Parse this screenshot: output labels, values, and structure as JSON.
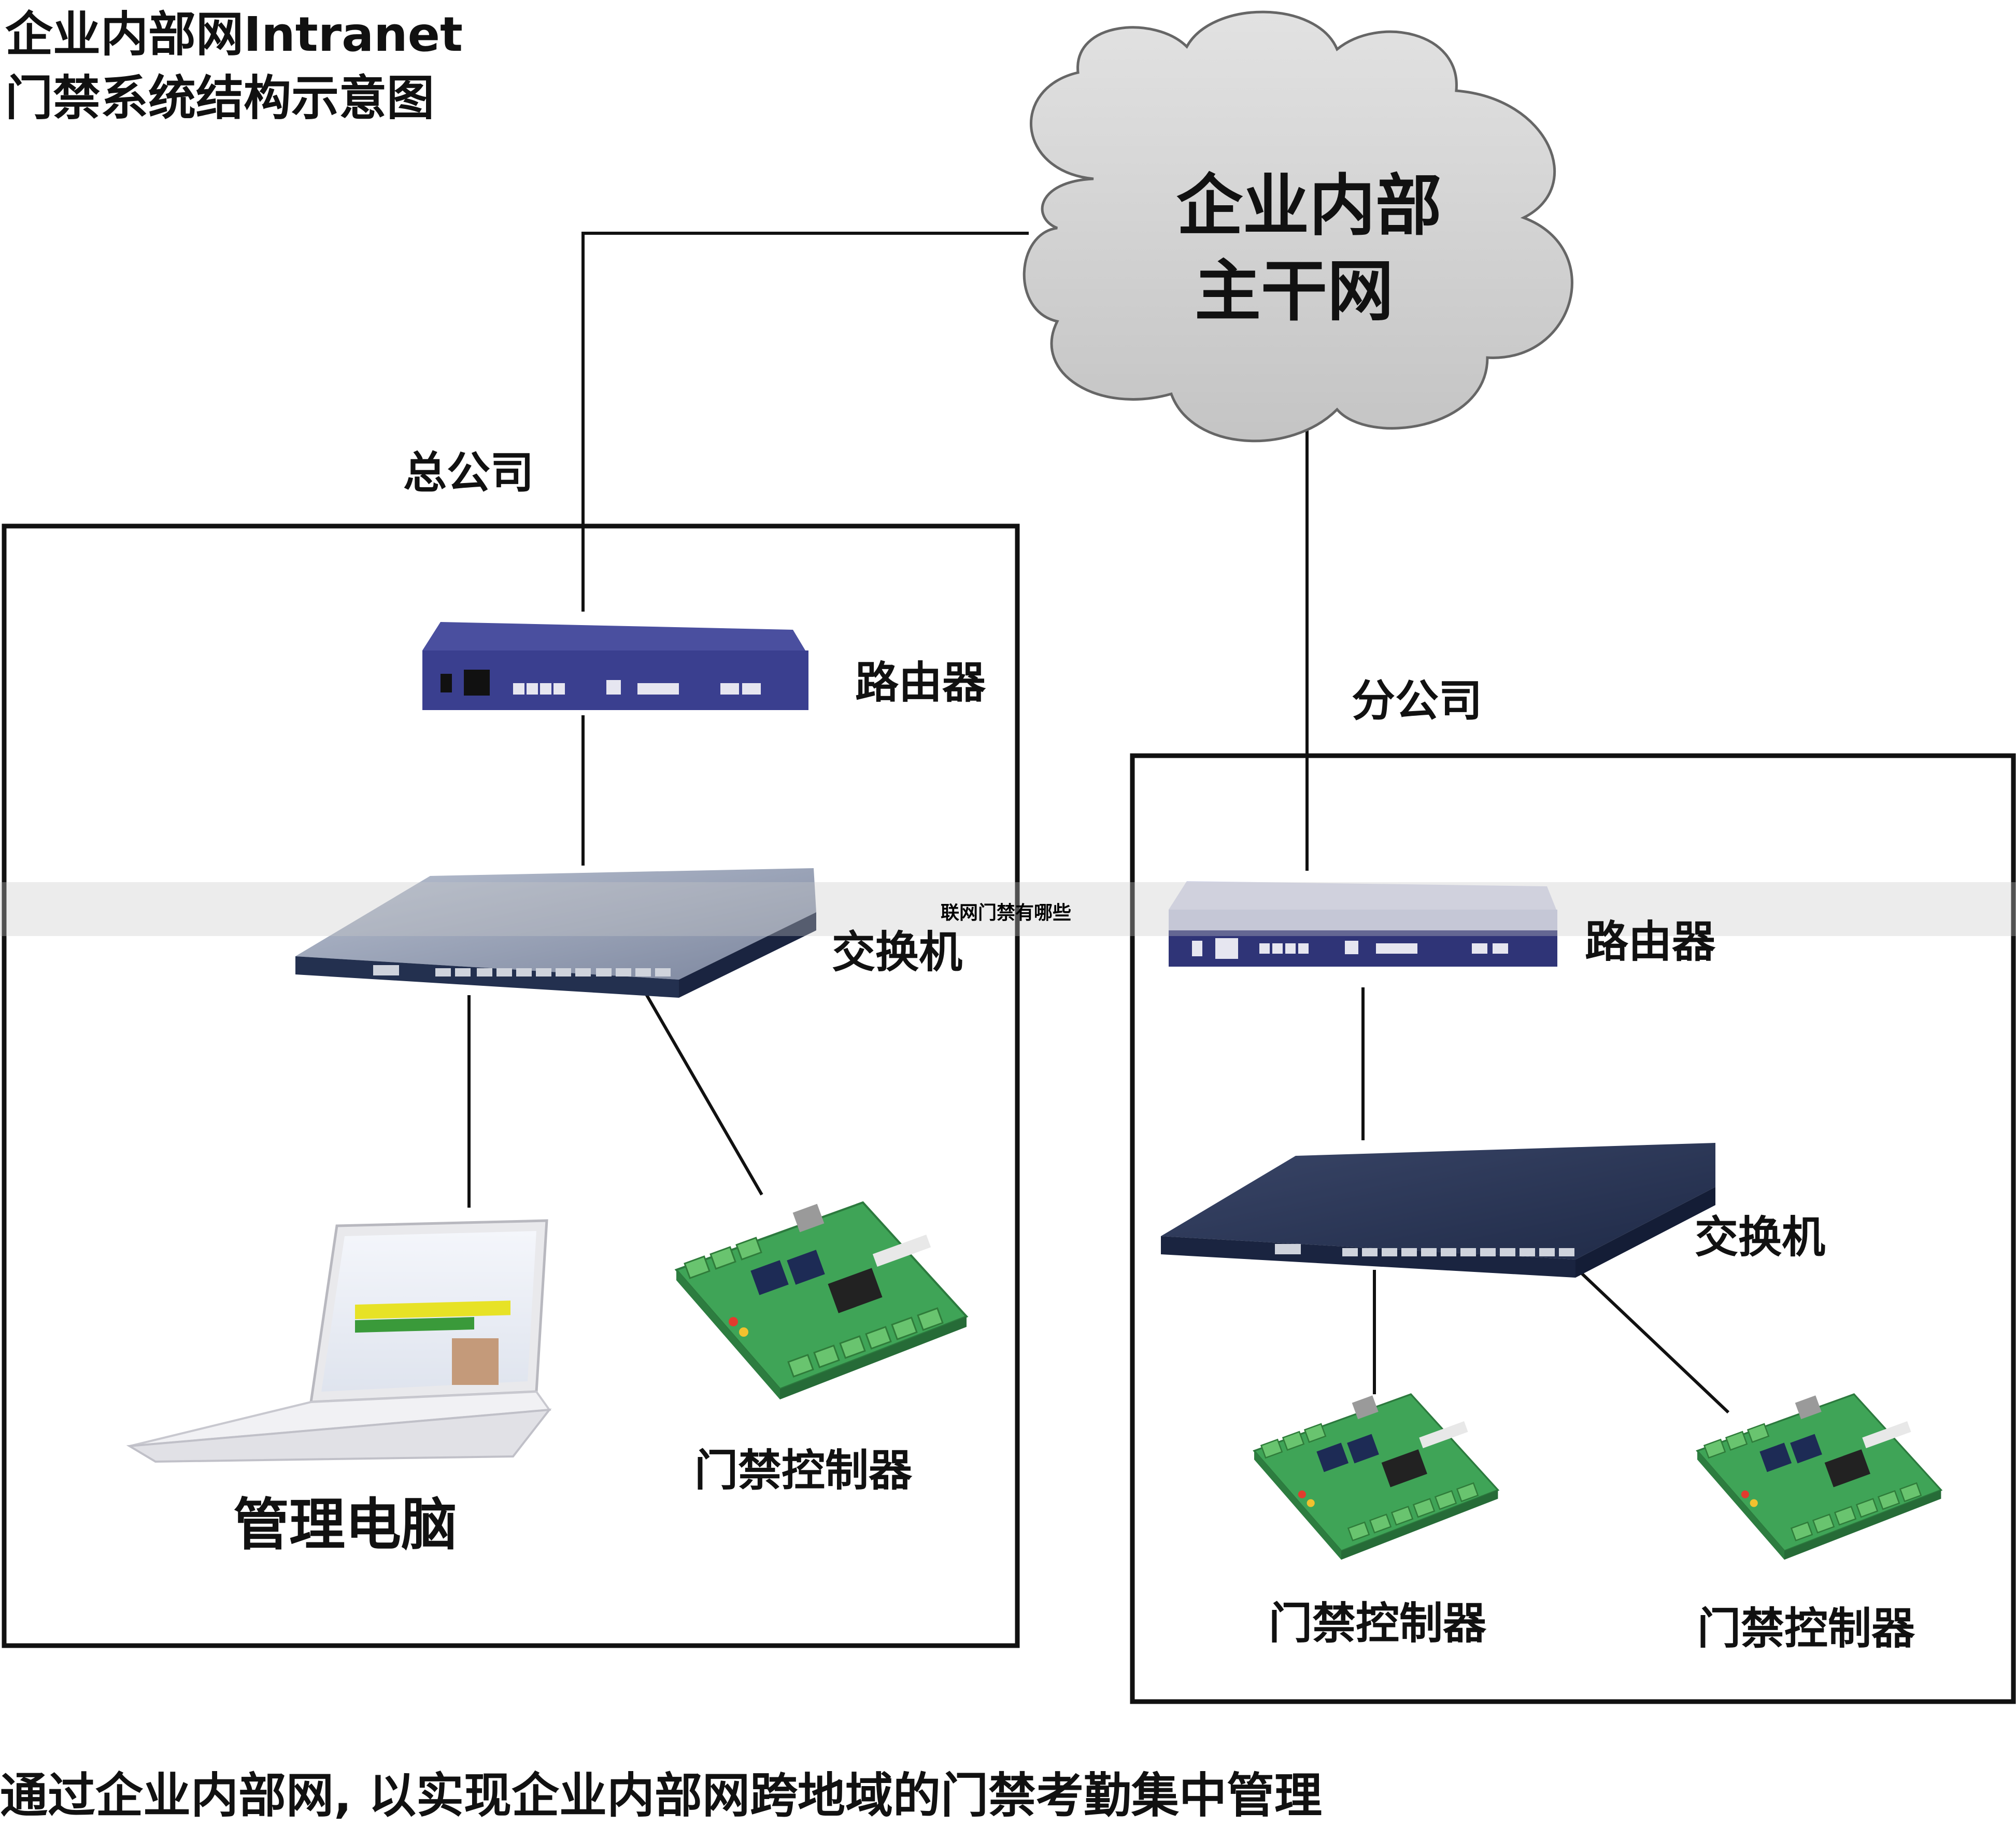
{
  "title": {
    "line1": "企业内部网Intranet",
    "line2": "门禁系统结构示意图"
  },
  "cloud": {
    "line1": "企业内部",
    "line2": "主干网"
  },
  "head_office": {
    "label": "总公司",
    "router_label": "路由器",
    "switch_label": "交换机",
    "pc_label": "管理电脑",
    "controller_label": "门禁控制器"
  },
  "branch_office": {
    "label": "分公司",
    "router_label": "路由器",
    "switch_label": "交换机",
    "controller1_label": "门禁控制器",
    "controller2_label": "门禁控制器"
  },
  "watermark": "联网门禁有哪些",
  "caption": "通过企业内部网, 以实现企业内部网跨地域的门禁考勤集中管理",
  "colors": {
    "router": "#3a3f8f",
    "switch_top": "#9aa3b8",
    "switch_front": "#23304f",
    "board": "#3fa457",
    "cloud": "#d4d4d4"
  }
}
